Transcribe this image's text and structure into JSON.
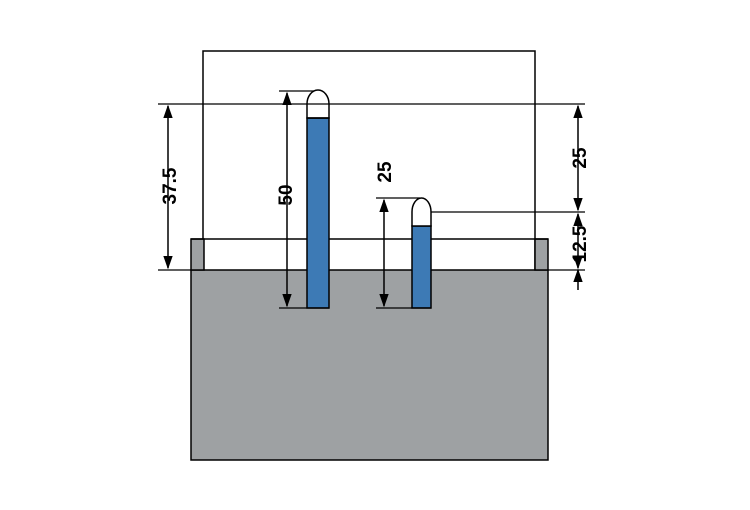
{
  "colors": {
    "background": "#ffffff",
    "block": "#9ea1a3",
    "liquid": "#3d7ab5",
    "outline": "#000000"
  },
  "dimensions": {
    "left_height": "37.5",
    "left_tube": "50",
    "right_tube": "25",
    "right_upper": "25",
    "right_lower": "12.5"
  }
}
